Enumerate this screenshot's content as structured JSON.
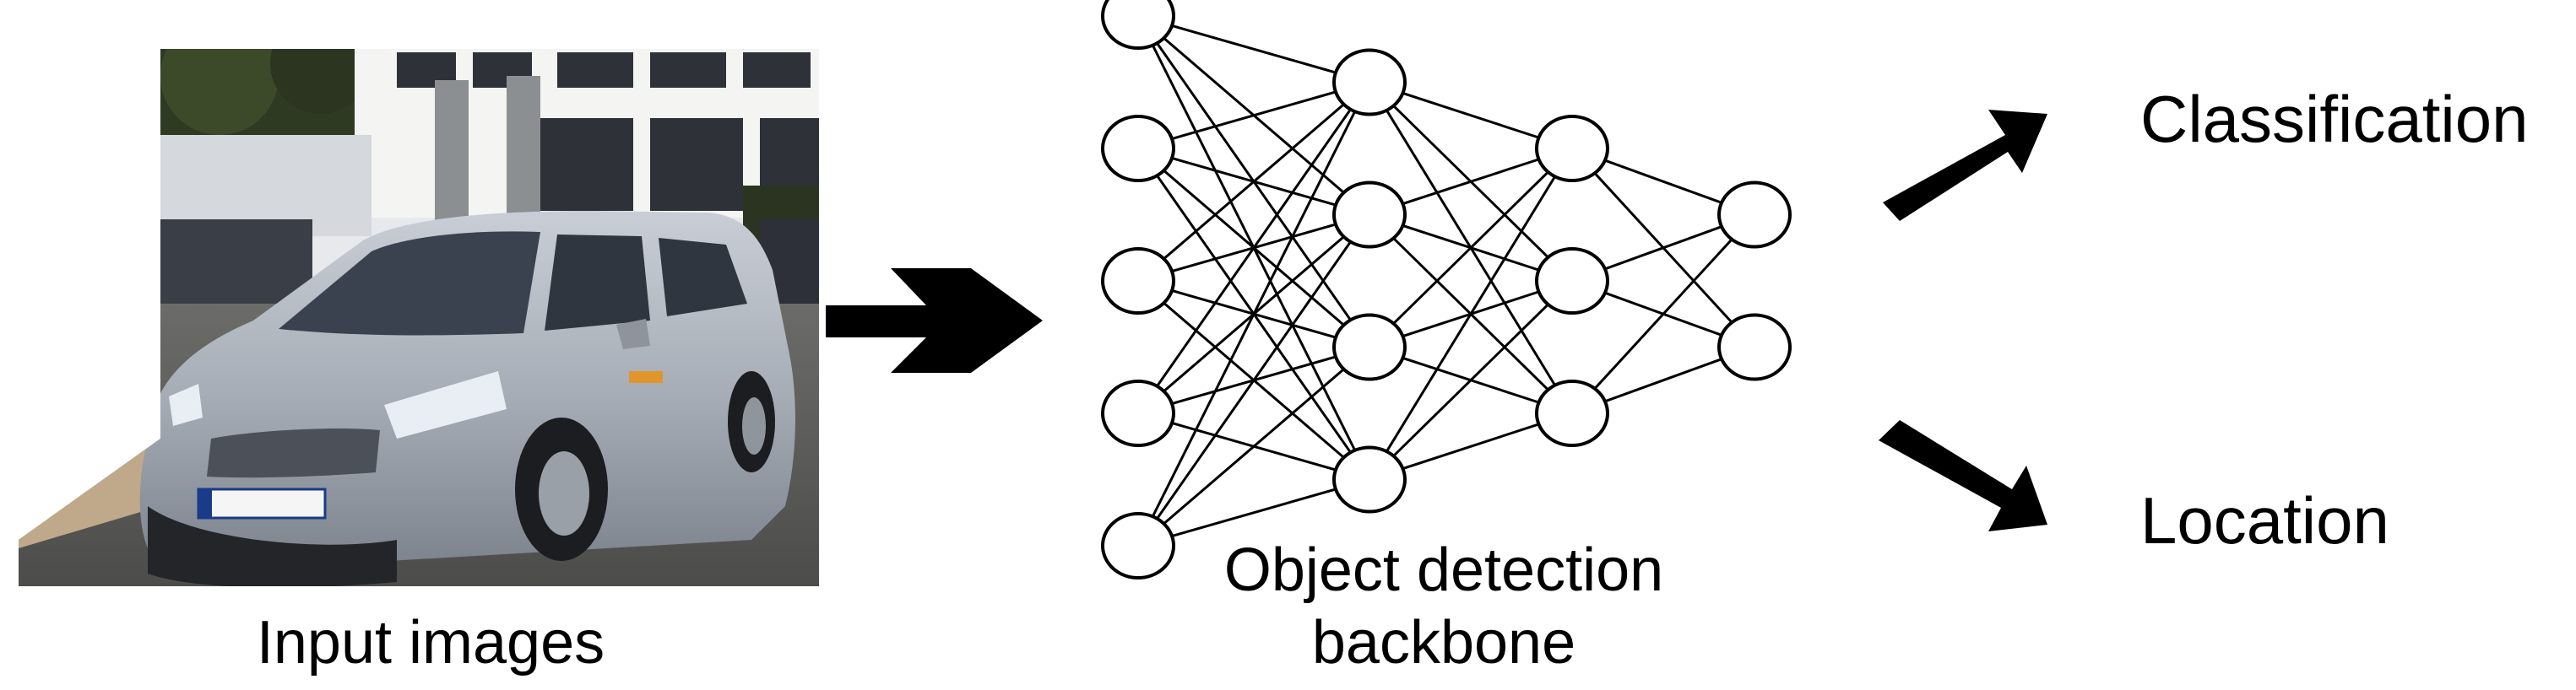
{
  "labels": {
    "input_images": "Input images",
    "backbone_line1": "Object detection",
    "backbone_line2": "backbone",
    "classification": "Classification",
    "location": "Location"
  },
  "network": {
    "layers": [
      5,
      4,
      3,
      2
    ]
  },
  "colors": {
    "ink": "#000000",
    "node_fill": "#ffffff",
    "background": "#ffffff"
  }
}
